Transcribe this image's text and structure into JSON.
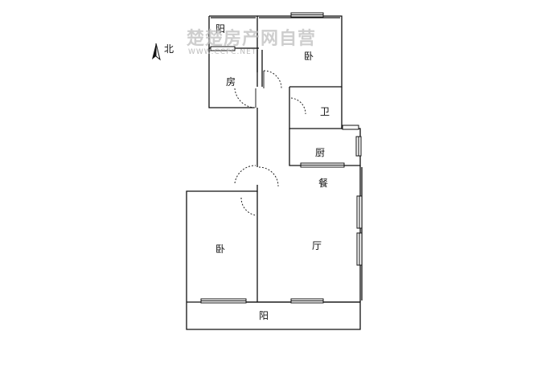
{
  "compass": {
    "label": "北"
  },
  "watermark": {
    "main": "楚楚房产网自营",
    "sub": "WWW.CCFC.NET"
  },
  "rooms": {
    "balcony_north": "阳",
    "bedroom_north": "卧",
    "study": "房",
    "bathroom": "卫",
    "kitchen": "厨",
    "dining": "餐",
    "bedroom_south": "卧",
    "living": "厅",
    "balcony_south": "阳"
  }
}
